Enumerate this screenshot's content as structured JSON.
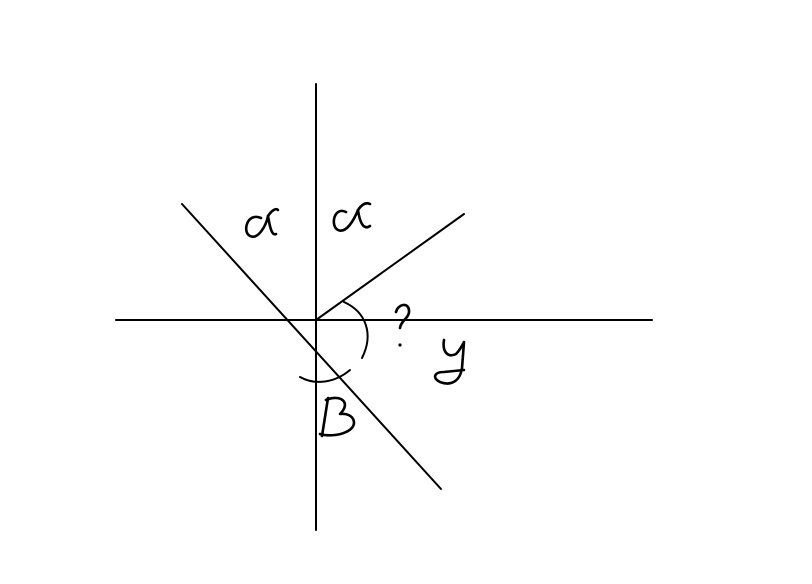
{
  "diagram": {
    "labels": {
      "alpha_left": "α",
      "alpha_right": "α",
      "question": "?",
      "y": "y",
      "beta": "B"
    },
    "colors": {
      "background": "#ffffff",
      "ink": "#000000"
    }
  }
}
